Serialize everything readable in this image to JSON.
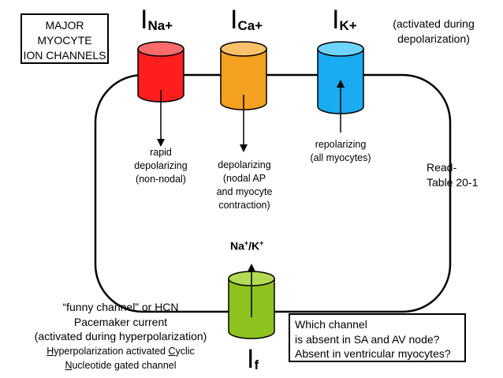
{
  "title": {
    "lines": [
      "MAJOR",
      "MYOCYTE",
      "ION CHANNELS"
    ]
  },
  "channels": {
    "na": {
      "symbol": "I",
      "sub": "Na+",
      "color": "#ff1e1e",
      "top_color": "#ff6a6a",
      "description": [
        "rapid",
        "depolarizing",
        "(non-nodal)"
      ]
    },
    "ca": {
      "symbol": "I",
      "sub": "Ca+",
      "color": "#f4a020",
      "top_color": "#fbc06a",
      "description": [
        "depolarizing",
        "(nodal AP",
        "and myocyte",
        "contraction)"
      ]
    },
    "k": {
      "symbol": "I",
      "sub": "K+",
      "color": "#1aabf0",
      "top_color": "#6ed4ff",
      "description": [
        "repolarizing",
        "(all myocytes)"
      ]
    },
    "f": {
      "symbol": "I",
      "sub": "f",
      "color": "#8ec21e",
      "top_color": "#b2da52",
      "ion_label_main": "Na",
      "ion_label_sup1": "+",
      "ion_label_mid": "/K",
      "ion_label_sup2": "+"
    }
  },
  "activated_note": [
    "(activated during",
    "depolarization)"
  ],
  "read_note": [
    "Read-",
    "Table 20-1"
  ],
  "funny_note": {
    "line1": "“funny channel” or HCN",
    "line2": "Pacemaker current",
    "line3": "(activated during hyperpolarization)",
    "line4_u1": "H",
    "line4_a": "yperpolarization activated ",
    "line4_u2": "C",
    "line4_b": "yclic",
    "line5_u1": "N",
    "line5_b": "ucleotide gated channel"
  },
  "question": {
    "lines": [
      "Which channel",
      "is absent in SA and AV node?",
      "Absent in ventricular myocytes?"
    ]
  }
}
